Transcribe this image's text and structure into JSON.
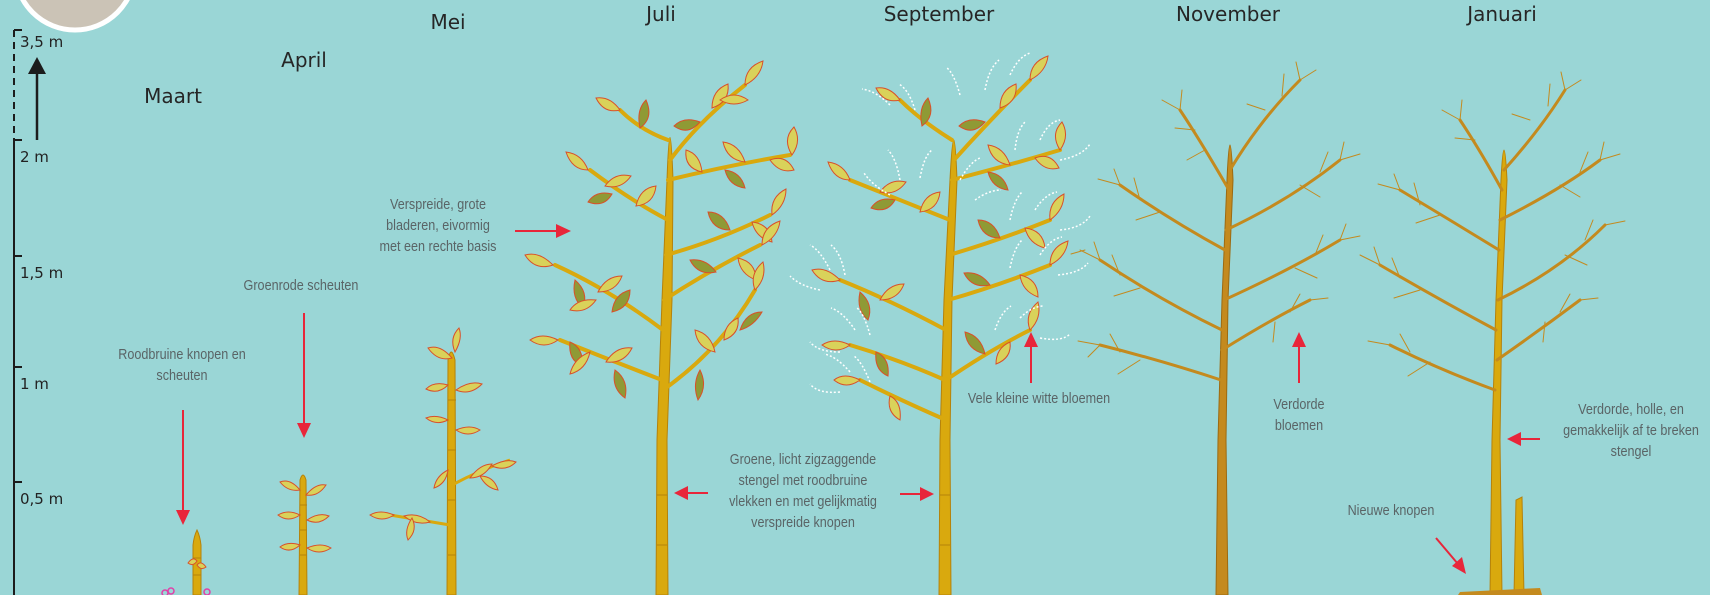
{
  "scale": {
    "top": "3,5 m",
    "ticks": [
      "2 m",
      "1,5 m",
      "1 m",
      "0,5 m"
    ]
  },
  "months": [
    "Maart",
    "April",
    "Mei",
    "Juli",
    "September",
    "November",
    "Januari"
  ],
  "annotations": {
    "knoppen": [
      "Roodbruine knopen en",
      "scheuten"
    ],
    "scheuten": [
      "Groenrode scheuten"
    ],
    "bladeren": [
      "Verspreide, grote",
      "bladeren, eivormig",
      "met een rechte basis"
    ],
    "stengel": [
      "Groene, licht zigzaggende",
      "stengel met roodbruine",
      "vlekken en met gelijkmatig",
      "verspreide knopen"
    ],
    "bloemen": [
      "Vele kleine witte bloemen"
    ],
    "verdorde_bloemen": [
      "Verdorde",
      "bloemen"
    ],
    "holle_stengel": [
      "Verdorde, holle, en",
      "gemakkelijk af te breken",
      "stengel"
    ],
    "nieuwe_knopen": [
      "Nieuwe knopen"
    ]
  },
  "colors": {
    "background": "#9ad6d6",
    "stem": "#d9a90e",
    "dry_stem": "#c48a1e",
    "leaf": "#d9d25a",
    "leaf_dark": "#8f9a35",
    "leaf_edge": "#d9502a",
    "arrow": "#e8263a",
    "flower": "#ffffff"
  }
}
